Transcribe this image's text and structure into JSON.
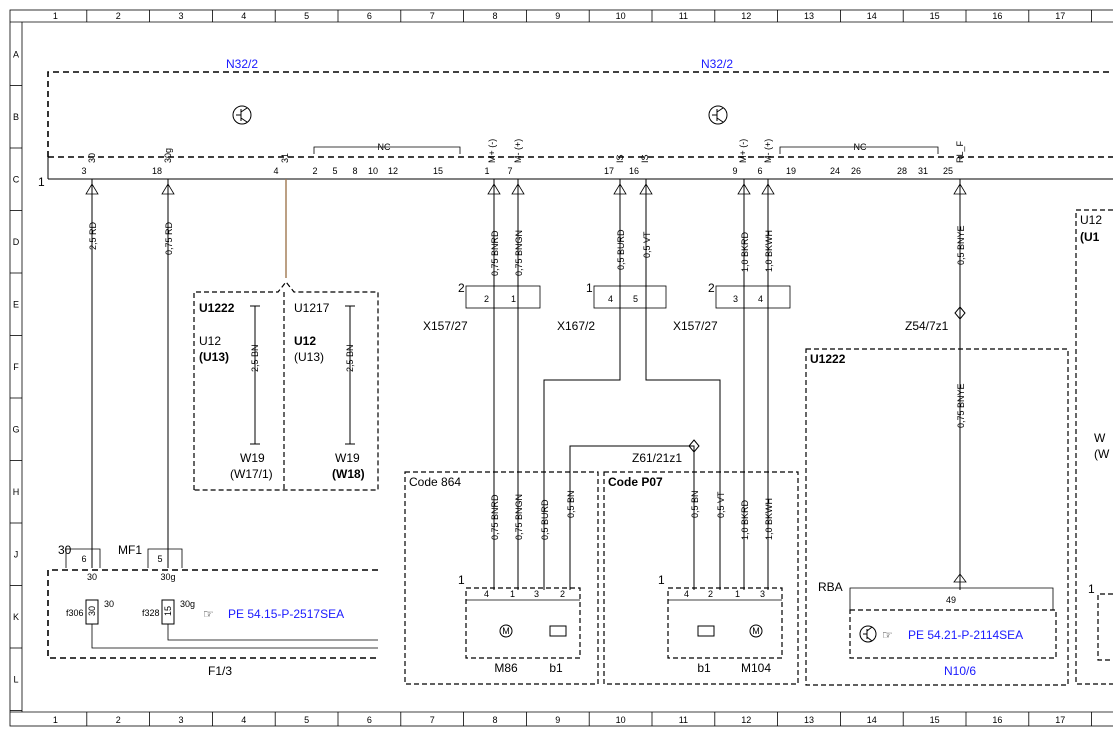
{
  "grid": {
    "columns": [
      "1",
      "2",
      "3",
      "4",
      "5",
      "6",
      "7",
      "8",
      "9",
      "10",
      "11",
      "12",
      "13",
      "14",
      "15",
      "16",
      "17"
    ],
    "rows": [
      "A",
      "B",
      "C",
      "D",
      "E",
      "F",
      "G",
      "H",
      "J",
      "K",
      "L"
    ]
  },
  "modules": {
    "n32_left": "N32/2",
    "n32_right": "N32/2",
    "n10": "N10/6"
  },
  "pins": {
    "row_start": "1",
    "p3": "3",
    "p18": "18",
    "p4": "4",
    "p2": "2",
    "p5": "5",
    "p8": "8",
    "p10": "10",
    "p12": "12",
    "p15": "15",
    "p1": "1",
    "p7": "7",
    "p17": "17",
    "p16": "16",
    "p9": "9",
    "p6": "6",
    "p19": "19",
    "p24": "24",
    "p26": "26",
    "p28": "28",
    "p31": "31",
    "p25": "25",
    "tag_3": "30",
    "tag_18": "30g",
    "tag_4": "31",
    "tag_1": "M+ (-)",
    "tag_7": "M- (+)",
    "tag_17": "IS",
    "tag_16": "IS",
    "tag_9": "M+ (-)",
    "tag_6": "M- (+)",
    "tag_25": "RL_F",
    "nc_left": "NC",
    "nc_right": "NC"
  },
  "wires": {
    "w_c3": "2,5 RD",
    "w_c18": "0,75 RD",
    "w_c1": "0,75 BNRD",
    "w_c7": "0,75 BNGN",
    "w_c17": "0,5 BURD",
    "w_c16": "0,5 VT",
    "w_c9": "1,0 BKRD",
    "w_c6": "1,0 BKWH",
    "w_c25": "0,5 BNYE",
    "u1222_bn": "2,5 BN",
    "u1217_bn": "2,5 BN",
    "lower_bnrd": "0,75 BNRD",
    "lower_bngn": "0,75 BNGN",
    "lower_burd": "0,5 BURD",
    "lower_bn": "0,5 BN",
    "lower_bn2": "0,5 BN",
    "lower_vt": "0,5 VT",
    "lower_bkrd": "1,0 BKRD",
    "lower_bkwh": "1,0 BKWH",
    "z54_bnye": "0,75 BNYE"
  },
  "connectors": {
    "x157_left": "X157/27",
    "x167": "X167/2",
    "x157_right": "X157/27",
    "x157_left_num": "2",
    "x167_num": "1",
    "x157_right_num": "2",
    "x157l_p2": "2",
    "x157l_p1": "1",
    "x167_p4": "4",
    "x167_p5": "5",
    "x157r_p3": "3",
    "x157r_p4": "4",
    "z54": "Z54/7z1",
    "z61": "Z61/21z1"
  },
  "boxes": {
    "u1222_a": "U1222",
    "u1217": "U1217",
    "u12_a": "U12",
    "u13_a": "(U13)",
    "u12_b": "U12",
    "u13_b": "(U13)",
    "w19_a": "W19",
    "w17_1": "(W17/1)",
    "w19_b": "W19",
    "w18": "(W18)",
    "code864": "Code 864",
    "codeP07": "Code P07",
    "u1222_right": "U1222",
    "edge_u12": "U12",
    "edge_u1": "(U1",
    "edge_w": "W",
    "edge_w2": "(W"
  },
  "fuse": {
    "label_30": "30",
    "mf1": "MF1",
    "p6": "6",
    "p5": "5",
    "t30": "30",
    "t30g": "30g",
    "f306": "f306",
    "f328": "f328",
    "v30": "30",
    "v15": "15",
    "s30": "30",
    "s30g": "30g",
    "ref": "PE 54.15-P-2517SEA",
    "name": "F1/3"
  },
  "motors": {
    "m86_num": "1",
    "m86_p4": "4",
    "m86_p1": "1",
    "m86_p3": "3",
    "m86_p2": "2",
    "m86": "M86",
    "b1_a": "b1",
    "m104_num": "1",
    "m104_p4": "4",
    "m104_p2": "2",
    "m104_p1": "1",
    "m104_p3": "3",
    "b1_b": "b1",
    "m104": "M104"
  },
  "n10": {
    "rba": "RBA",
    "pin": "49",
    "ref": "PE 54.21-P-2114SEA",
    "edge_num": "1"
  }
}
